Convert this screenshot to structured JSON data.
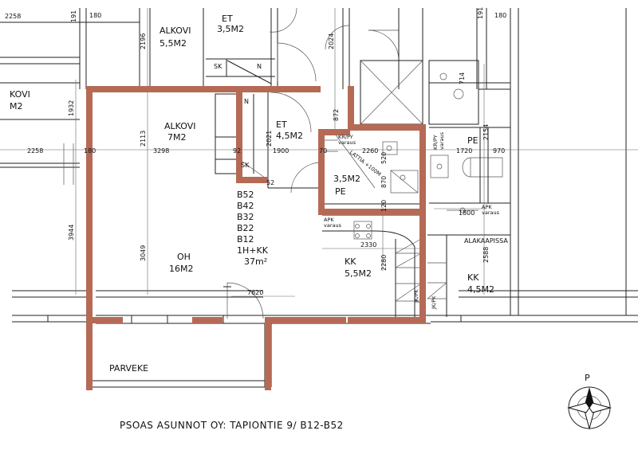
{
  "title": "PSOAS ASUNNOT OY: TAPIONTIE 9/ B12-B52",
  "north_label": "P",
  "rooms": {
    "alkovi_top": [
      "ALKOVI",
      "5,5M2"
    ],
    "et_top": [
      "ET",
      "3,5M2"
    ],
    "alkovi_left": [
      "KOVI",
      "M2"
    ],
    "alkovi_main": [
      "ALKOVI",
      "7M2"
    ],
    "et_main": [
      "ET",
      "4,5M2"
    ],
    "pe_main": [
      "3,5M2",
      "PE"
    ],
    "pe_right": "PE",
    "oh": [
      "OH",
      "16M2"
    ],
    "kk_main": [
      "KK",
      "5,5M2"
    ],
    "kk_right": [
      "KK",
      "4,5M2"
    ],
    "parveke": "PARVEKE"
  },
  "unit_list": [
    "B52",
    "B42",
    "B32",
    "B22",
    "B12",
    "1H+KK"
  ],
  "unit_area": "37m²",
  "labels": {
    "sk1": "SK",
    "sk2": "SK",
    "n1": "N",
    "n2": "N",
    "apk1": "APK",
    "apk1b": "varaus",
    "apk2": "APK",
    "apk2b": "varaus",
    "krpy": "KR/PY",
    "krpy_b": "varaus",
    "kr2": "KR/PY",
    "kr2b": "varaus",
    "lattia": "LATTIA +100M",
    "alakaapissa": "ALAKAAPISSA",
    "jkpk1": "JK/PK",
    "jkpk2": "JK/PK"
  },
  "dims": {
    "d2258_top": "2258",
    "d191": "191",
    "d180_top": "180",
    "d2196": "2196",
    "d2024": "2024",
    "d1932": "1932",
    "d2113": "2113",
    "d2021": "2021",
    "d872": "872",
    "d714": "714",
    "d2154": "2154",
    "d2258_mid": "2258",
    "d180_mid": "180",
    "d3298": "3298",
    "d92": "92",
    "d1900": "1900",
    "d70": "70",
    "d2260": "2260",
    "d1720": "1720",
    "d970": "970",
    "d3944": "3944",
    "d3049": "3049",
    "d120": "120",
    "d2330": "2330",
    "d2280": "2280",
    "d1800": "1800",
    "d2588": "2588",
    "d7620": "7620",
    "d180_tr": "180",
    "d191_tr": "191",
    "d520": "520",
    "d870": "870",
    "d52": "52"
  }
}
